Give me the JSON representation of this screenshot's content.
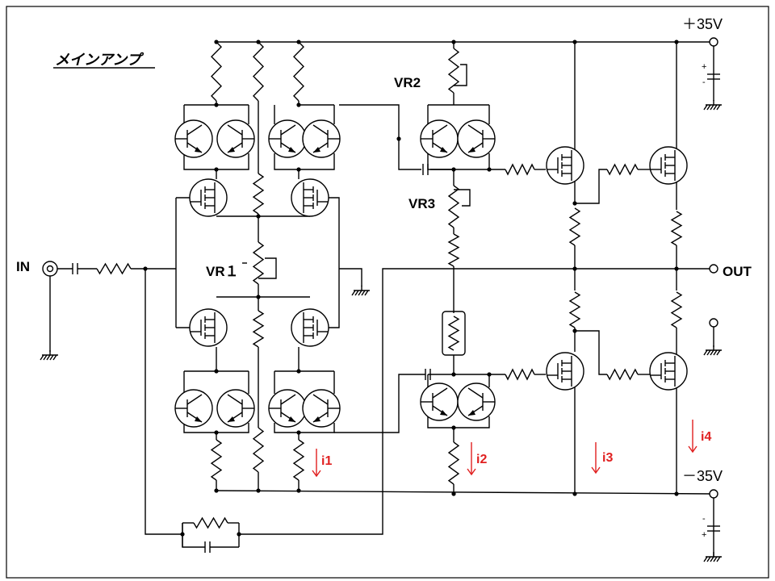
{
  "title": "メインアンプ",
  "labels": {
    "vr1": "VR１",
    "vr2": "VR2",
    "vr3": "VR3",
    "input": "IN",
    "output": "OUT",
    "pos_supply": "＋35V",
    "neg_supply": "－35V"
  },
  "currents": [
    "i1",
    "i2",
    "i3",
    "i4"
  ],
  "polarity": {
    "plus": "+",
    "minus": "-"
  },
  "colors": {
    "wire": "#000000",
    "current": "#e02020",
    "background": "#ffffff"
  }
}
